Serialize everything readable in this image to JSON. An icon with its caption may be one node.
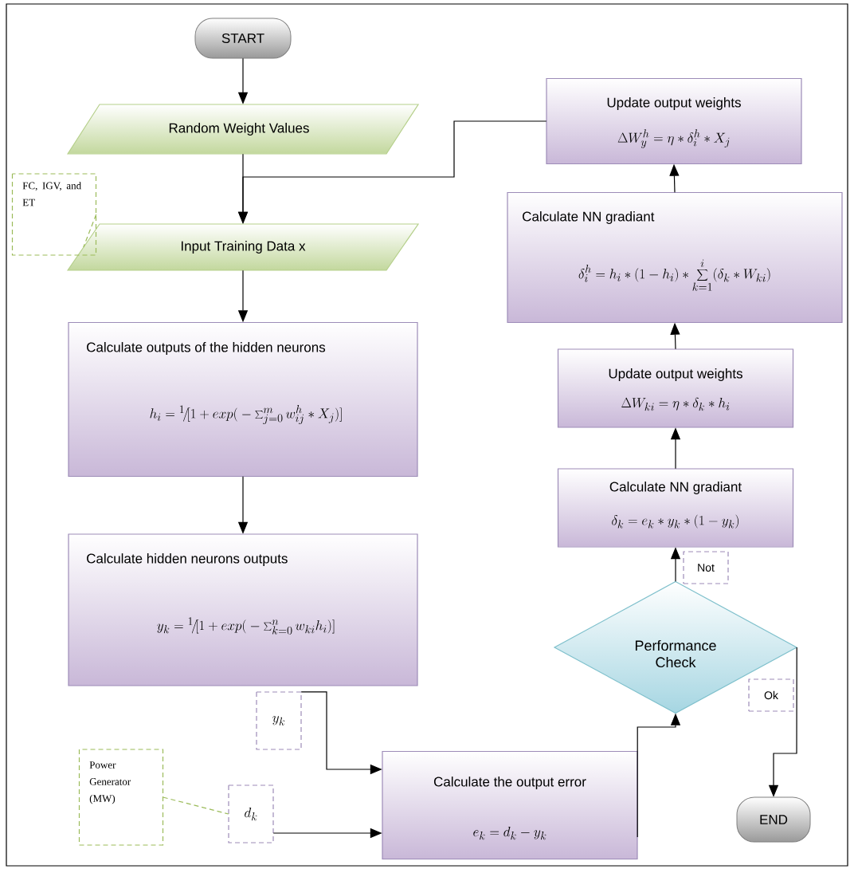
{
  "diagram": {
    "nodes": [
      {
        "text": [
          "START"
        ]
      },
      {
        "text": [
          "Random Weight Values"
        ]
      },
      {
        "text": [
          "Input Training Data x"
        ]
      },
      {
        "text": [
          "Calculate outputs of the hidden neurons",
          "h_i = {}^{1}\\!\\Big/\\!\\Big[1 + exp\\Big(-\\textstyle\\sum_{j=0}^{m} w_{ij}^{h} * X_j\\Big)\\Big]"
        ]
      },
      {
        "text": [
          "Calculate hidden neurons outputs",
          "y_k = {}^{1}\\!\\Big/\\!\\Big[1 + exp\\Big(-\\textstyle\\sum_{k=0}^{n} w_{ki} h_i\\Big)\\Big]"
        ]
      },
      {
        "text": [
          "y_k"
        ]
      },
      {
        "text": [
          "d_k"
        ]
      },
      {
        "text": [
          "Calculate the output error",
          "e_k = d_k - y_k"
        ]
      },
      {
        "text": [
          "Performance Check"
        ]
      },
      {
        "text": [
          "Calculate NN gradiant",
          "\\delta_k = e_k * y_k * (1 - y_k)"
        ]
      },
      {
        "text": [
          "Update output weights",
          "\\Delta W_{ki} = \\eta * \\delta_k * h_i"
        ]
      },
      {
        "text": [
          "Calculate NN gradiant",
          "\\delta_i^h = h_i * (1 - h_i) * \\sum_{k=1}^{i} (\\delta_k * W_{ki})"
        ]
      },
      {
        "text": [
          "Update output weights",
          "\\Delta W_y^h = \\eta * \\delta_i^h * X_j"
        ]
      },
      {
        "text": [
          "END"
        ]
      },
      {
        "text": [
          "FC, IGV, and ET"
        ]
      },
      {
        "text": [
          "Power Generator (MW)"
        ]
      }
    ],
    "edges": [
      {
        "from": 0,
        "to": 1,
        "arrow": "to"
      },
      {
        "from": 1,
        "to": 2,
        "arrow": "to"
      },
      {
        "from": 12,
        "to": 2,
        "arrow": "to"
      },
      {
        "from": 2,
        "to": 3,
        "arrow": "to"
      },
      {
        "from": 3,
        "to": 4,
        "arrow": "to"
      },
      {
        "from": 5,
        "to": 7,
        "arrow": "to"
      },
      {
        "from": 6,
        "to": 7,
        "arrow": "to"
      },
      {
        "from": 7,
        "to": 8,
        "arrow": "to"
      },
      {
        "from": 8,
        "to": 9,
        "arrow": "to",
        "label": "Not"
      },
      {
        "from": 9,
        "to": 10,
        "arrow": "to"
      },
      {
        "from": 10,
        "to": 11,
        "arrow": "to"
      },
      {
        "from": 11,
        "to": 12,
        "arrow": "to"
      },
      {
        "from": 8,
        "to": 13,
        "arrow": "to",
        "label": "Ok"
      },
      {
        "from": 14,
        "to": 2,
        "arrow": "none",
        "style": "dashed",
        "color": "#9bbb59"
      },
      {
        "from": 15,
        "to": 6,
        "arrow": "none",
        "style": "dashed",
        "color": "#9bbb59"
      }
    ]
  }
}
